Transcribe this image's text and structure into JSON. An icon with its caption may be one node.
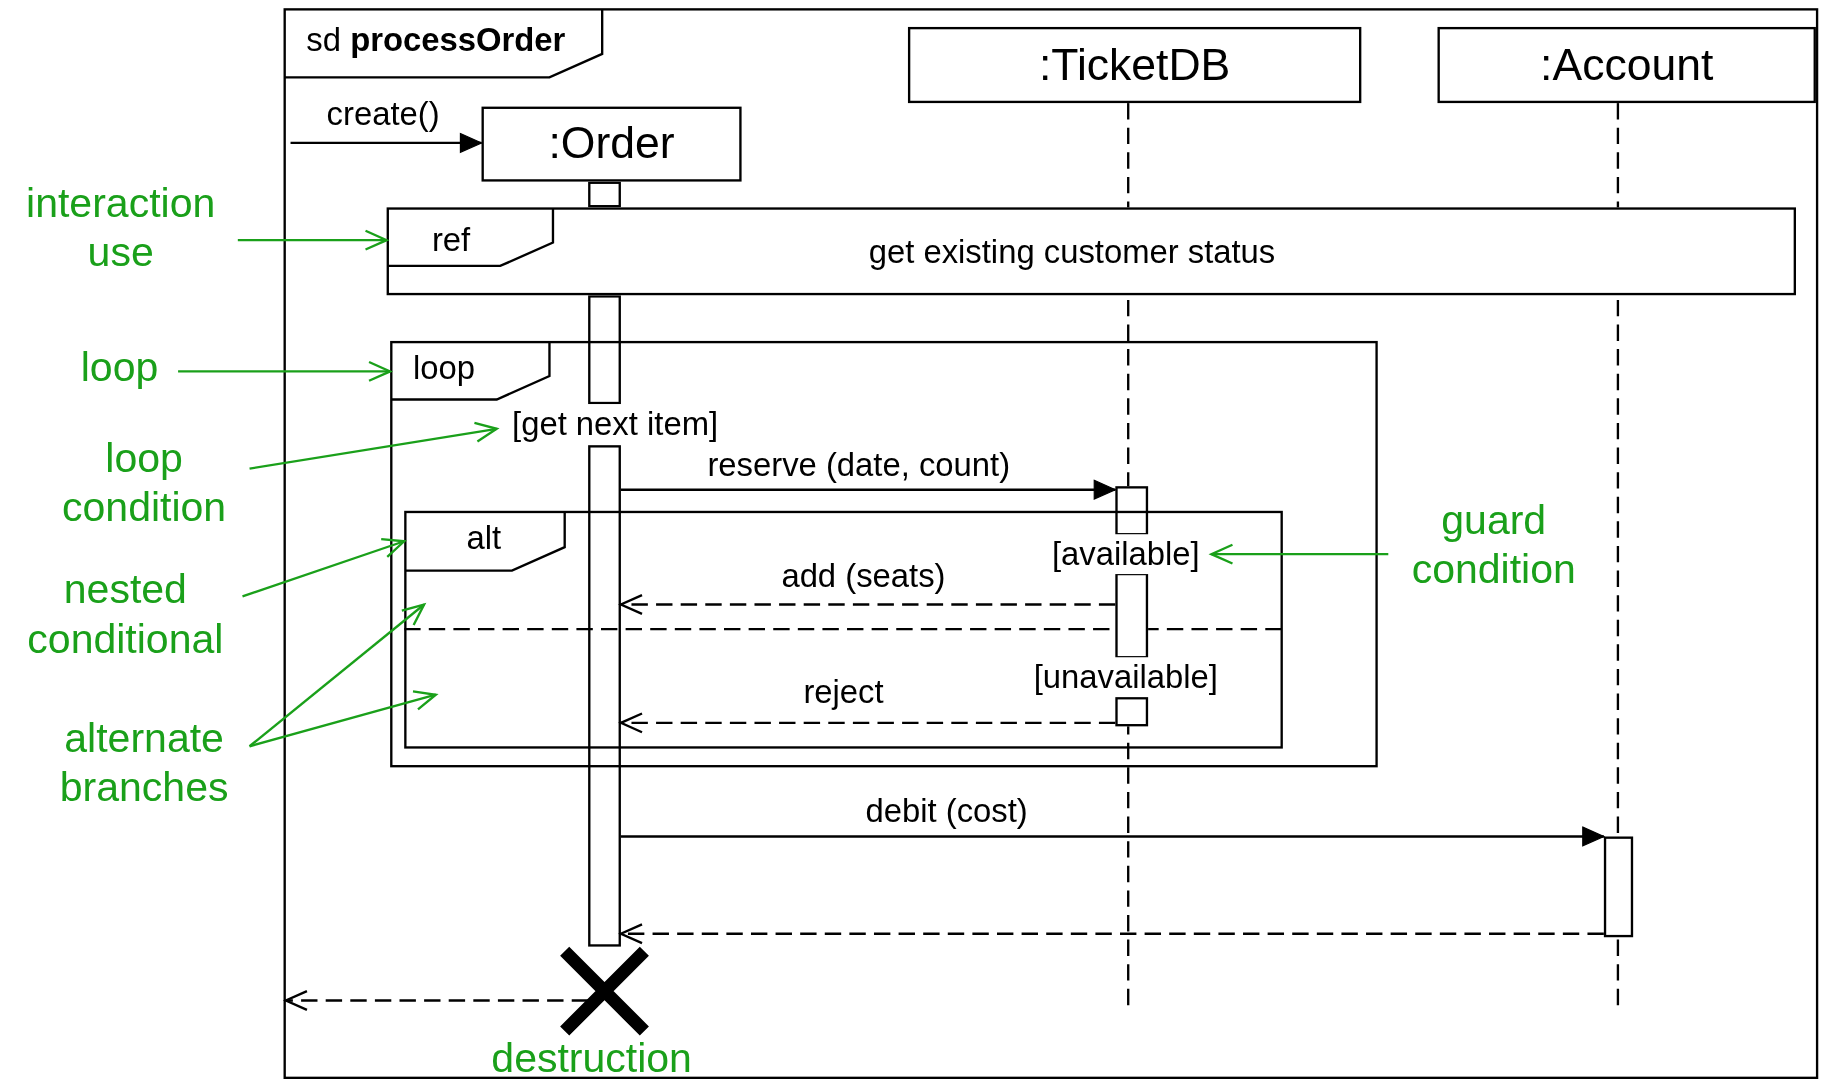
{
  "diagram": {
    "nodes": [
      {
        "text": [
          "sd **processOrder**"
        ]
      },
      {
        "text": [
          ":Order"
        ],
        "in": 0
      },
      {
        "text": [
          ":TicketDB"
        ],
        "in": 0
      },
      {
        "text": [
          ":Account"
        ],
        "in": 0
      },
      {
        "text": [
          "ref",
          "get existing customer status"
        ],
        "in": 0
      },
      {
        "text": [
          "loop"
        ],
        "in": 0
      },
      {
        "text": [
          "[get next item]"
        ],
        "in": 5
      },
      {
        "text": [
          "alt"
        ],
        "in": 5
      },
      {
        "text": [
          "[available]"
        ],
        "in": 7
      },
      {
        "text": [
          "[unavailable]"
        ],
        "in": 7
      },
      {
        "text": [],
        "shape": "bar",
        "in": 0
      },
      {
        "text": [],
        "shape": "bar",
        "in": 5
      },
      {
        "text": [],
        "shape": "bar",
        "in": 0
      },
      {
        "text": [],
        "shape": "cross",
        "in": 0,
        "beside": [
          "destruction"
        ]
      },
      {
        "text": [
          "interaction use"
        ]
      },
      {
        "text": [
          "loop"
        ]
      },
      {
        "text": [
          "loop condition"
        ]
      },
      {
        "text": [
          "nested conditional"
        ]
      },
      {
        "text": [
          "alternate branches"
        ]
      },
      {
        "text": [
          "guard condition"
        ],
        "in": 0
      },
      {
        "text": [],
        "shape": "bar",
        "in": 0
      },
      {
        "text": [],
        "shape": "bar",
        "in": 0
      },
      {
        "text": [],
        "shape": "bar",
        "in": 7
      },
      {
        "text": [],
        "shape": "bar",
        "in": 7
      }
    ],
    "edges": [
      {
        "from": null,
        "to": 1,
        "arrow": "to",
        "label": "create()"
      },
      {
        "from": 10,
        "to": 11,
        "arrow": "to",
        "label": "reserve (date, count)"
      },
      {
        "from": 22,
        "to": 10,
        "arrow": "to",
        "label": "add (seats)",
        "style": "dashed"
      },
      {
        "from": 23,
        "to": 10,
        "arrow": "to",
        "label": "reject",
        "style": "dashed"
      },
      {
        "from": 10,
        "to": 12,
        "arrow": "to",
        "label": "debit (cost)"
      },
      {
        "from": 12,
        "to": 10,
        "arrow": "to",
        "style": "dashed"
      },
      {
        "from": 10,
        "to": null,
        "arrow": "to",
        "style": "dashed"
      },
      {
        "from": 14,
        "to": 4,
        "arrow": "to",
        "color": "#1aa01a"
      },
      {
        "from": 15,
        "to": 5,
        "arrow": "to",
        "color": "#1aa01a"
      },
      {
        "from": 16,
        "to": 6,
        "arrow": "to",
        "color": "#1aa01a"
      },
      {
        "from": 17,
        "to": 7,
        "arrow": "to",
        "color": "#1aa01a"
      },
      {
        "from": 18,
        "to": 7,
        "arrow": "to",
        "color": "#1aa01a"
      },
      {
        "from": 18,
        "to": 7,
        "arrow": "to",
        "color": "#1aa01a"
      },
      {
        "from": 19,
        "to": 8,
        "arrow": "to",
        "color": "#1aa01a"
      }
    ]
  }
}
